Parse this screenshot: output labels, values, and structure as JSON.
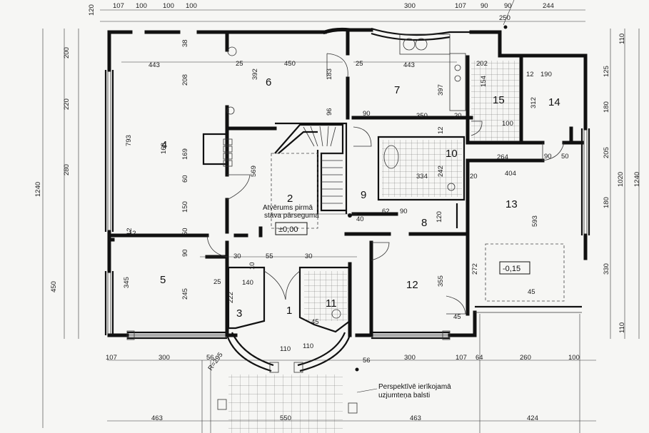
{
  "rooms": [
    "1",
    "2",
    "3",
    "4",
    "5",
    "6",
    "7",
    "8",
    "9",
    "10",
    "11",
    "12",
    "13",
    "14",
    "15"
  ],
  "level_markers": {
    "main": "±0,00",
    "terrace": "-0,15"
  },
  "stair_note": {
    "line1": "Atvērums pirmā",
    "line2": "stāva pārseguma"
  },
  "terrace_note": {
    "line1": "Perspektīvē ierīkojamā",
    "line2": "uzjumteņa balsti"
  },
  "porch_radius": "R=295",
  "top_dims": [
    "120",
    "107",
    "100",
    "100",
    "100",
    "300",
    "107",
    "90",
    "90",
    "244",
    "250"
  ],
  "bottom_dims": [
    "107",
    "300",
    "56",
    "110",
    "110",
    "56",
    "300",
    "107",
    "64",
    "260",
    "100"
  ],
  "bottom_totals": [
    "463",
    "550",
    "463",
    "424"
  ],
  "left_dims": [
    "200",
    "220",
    "280",
    "450",
    "1240",
    "793"
  ],
  "right_dims": [
    "110",
    "125",
    "180",
    "205",
    "180",
    "330",
    "110",
    "1020",
    "1240"
  ],
  "interior_dims": [
    "443",
    "450",
    "443",
    "392",
    "208",
    "38",
    "25",
    "183",
    "25",
    "96",
    "397",
    "90",
    "350",
    "20",
    "12",
    "100",
    "202",
    "190",
    "154",
    "312",
    "12",
    "264",
    "90",
    "50",
    "404",
    "334",
    "242",
    "20",
    "62",
    "90",
    "120",
    "593",
    "272",
    "45",
    "12",
    "169",
    "60",
    "150",
    "50",
    "90",
    "30",
    "55",
    "140",
    "10",
    "222",
    "345",
    "245",
    "355",
    "45",
    "25",
    "168",
    "569",
    "30",
    "45",
    "40",
    "12"
  ]
}
